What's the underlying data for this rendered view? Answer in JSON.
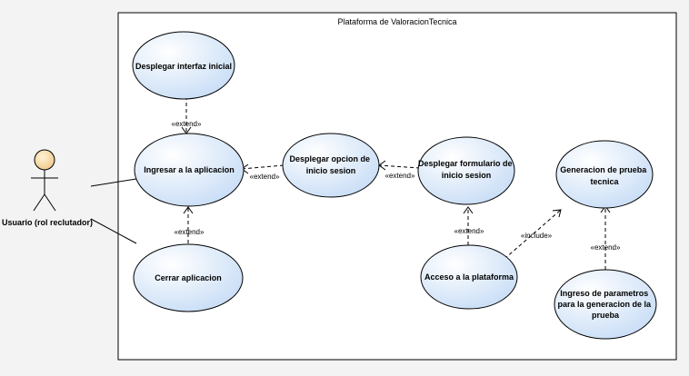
{
  "system": {
    "title": "Plataforma de ValoracionTecnica"
  },
  "actor": {
    "name": "Usuario (rol reclutador)"
  },
  "use_cases": {
    "desplegar_interfaz": [
      "Desplegar interfaz inicial"
    ],
    "ingresar": [
      "Ingresar a la aplicacion"
    ],
    "cerrar": [
      "Cerrar aplicacion"
    ],
    "desplegar_opcion": [
      "Desplegar opcion de",
      "inicio sesion"
    ],
    "desplegar_formulario": [
      "Desplegar formulario de",
      "inicio sesion"
    ],
    "acceso": [
      "Acceso a la plataforma"
    ],
    "generacion": [
      "Generacion de prueba",
      "tecnica"
    ],
    "ingreso_parametros": [
      "Ingreso de parametros",
      "para la generacion de la",
      "prueba"
    ]
  },
  "relations": {
    "extend": "«extend»",
    "include": "«include»"
  },
  "colors": {
    "background": "#f3f3f3",
    "ellipse_fill_top": "#ffffff",
    "ellipse_fill_bottom": "#c8ddf5",
    "stroke": "#000000",
    "actor_head": "#f5d9a8"
  }
}
